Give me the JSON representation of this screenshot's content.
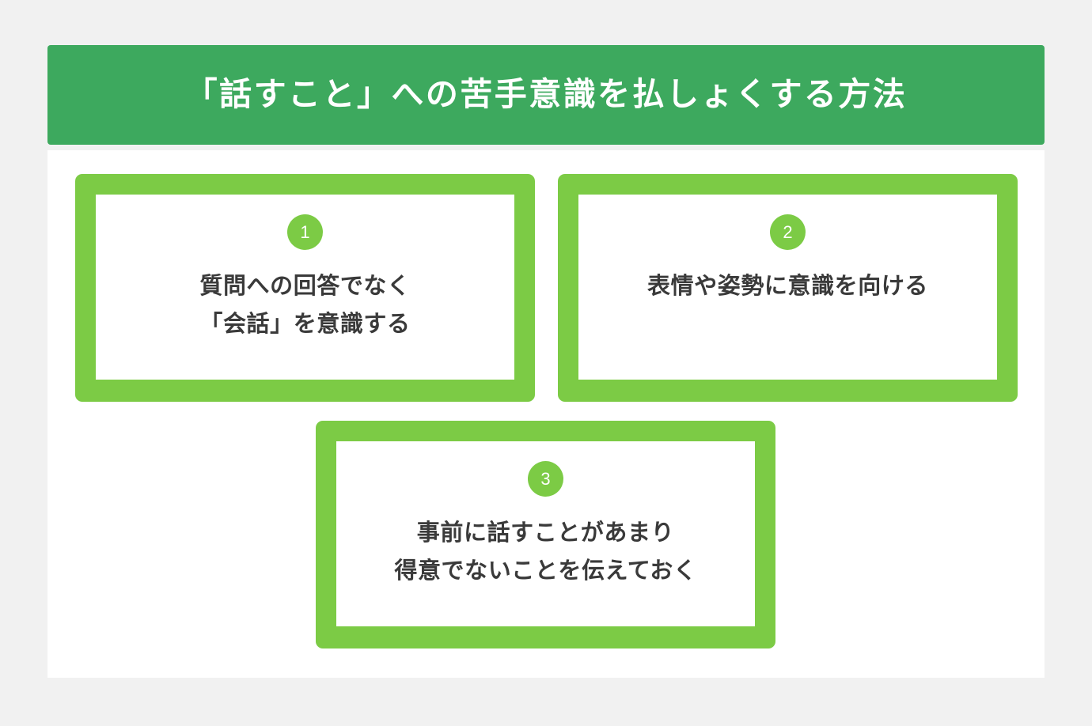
{
  "theme": {
    "page_background": "#f1f1f1",
    "header_green": "#3da95e",
    "card_green": "#7ccb45",
    "panel_white": "#ffffff",
    "text_dark": "#3a3a3a",
    "text_light": "#ffffff"
  },
  "header": {
    "title": "「話すこと」への苦手意識を払しょくする方法"
  },
  "cards": [
    {
      "number": "1",
      "lines": [
        "質問への回答でなく",
        "「会話」を意識する"
      ]
    },
    {
      "number": "2",
      "lines": [
        "表情や姿勢に意識を向ける"
      ]
    },
    {
      "number": "3",
      "lines": [
        "事前に話すことがあまり",
        "得意でないことを伝えておく"
      ]
    }
  ]
}
